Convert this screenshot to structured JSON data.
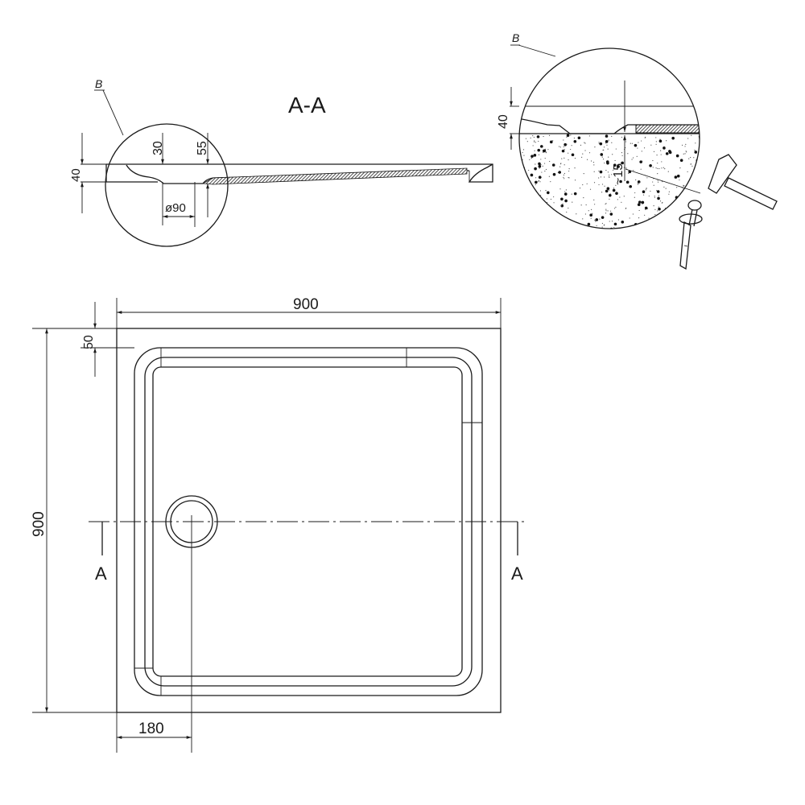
{
  "section": {
    "title": "A-A",
    "detail_label": "B",
    "dims": {
      "thickness": "40",
      "depth_drain": "30",
      "depth_edge": "55",
      "drain_diameter": "ø90"
    }
  },
  "detail_b": {
    "label": "B",
    "dims": {
      "thickness": "40",
      "mortar": "~15"
    }
  },
  "plan": {
    "width": "900",
    "length": "900",
    "rim": "50",
    "drain_offset": "180",
    "section_mark_left": "A",
    "section_mark_right": "A"
  }
}
